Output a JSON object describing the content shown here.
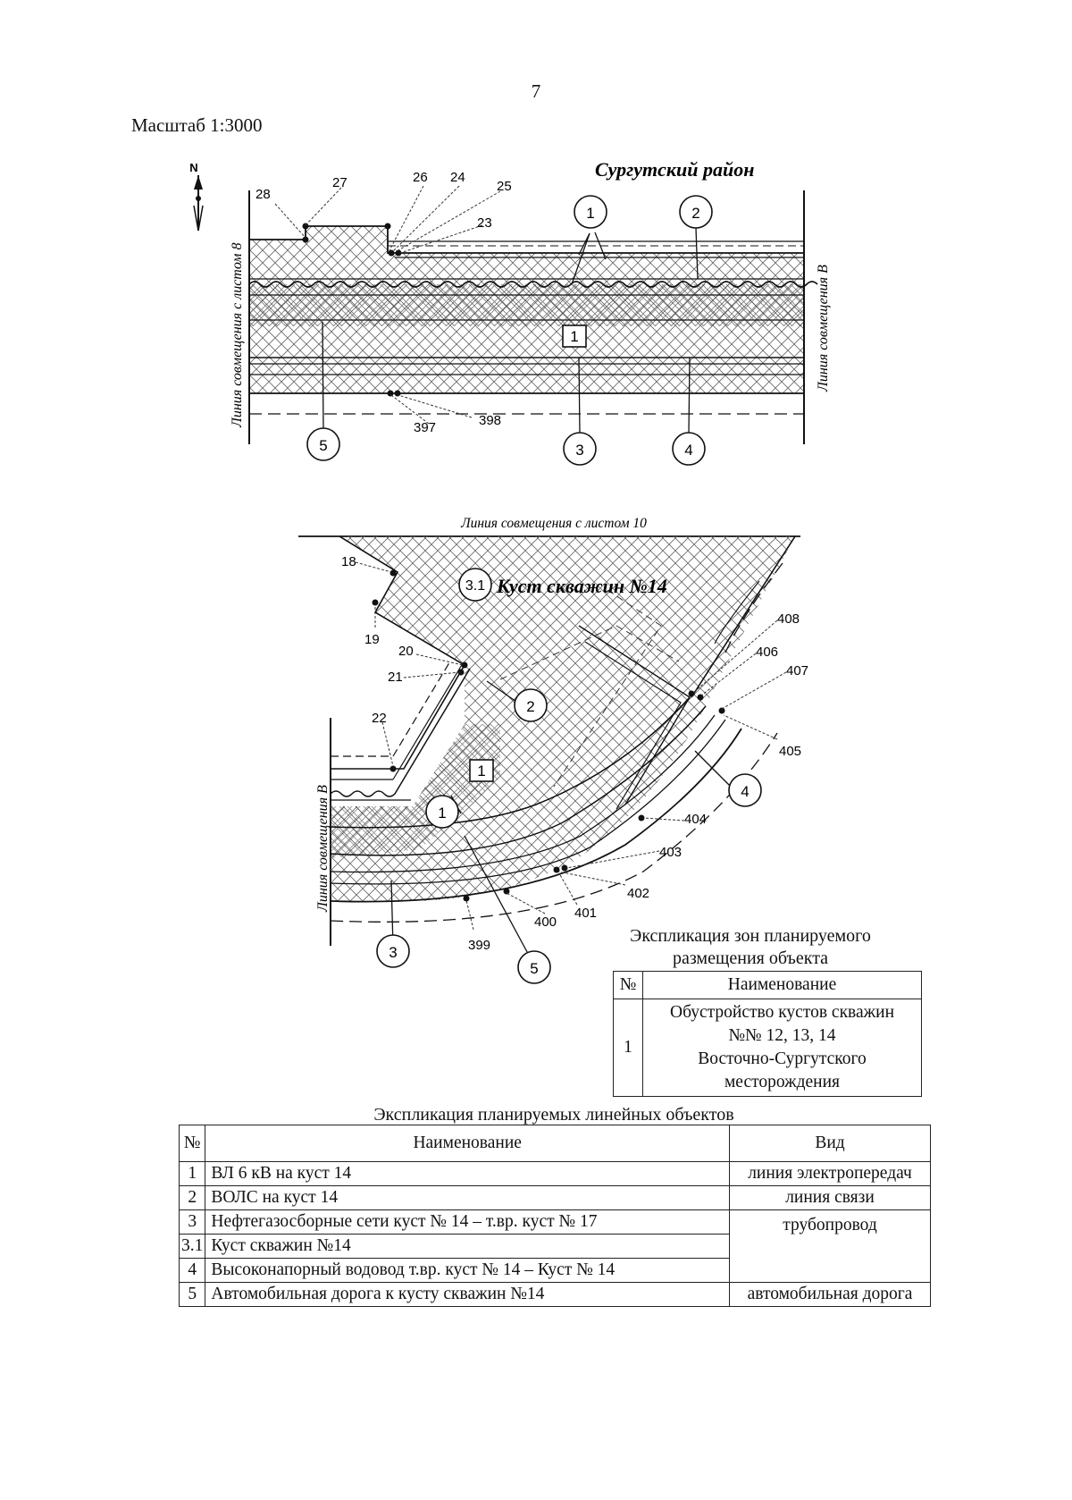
{
  "page": {
    "number": "7",
    "scale": "Масштаб 1:3000"
  },
  "map_top": {
    "district": "Сургутский район",
    "left_match_line": "Линия совмещения с листом 8",
    "right_match_line": "Линия совмещения В",
    "points": [
      "28",
      "27",
      "26",
      "24",
      "25",
      "23",
      "397",
      "398"
    ],
    "callouts": [
      "1",
      "2",
      "5",
      "3",
      "4"
    ],
    "zone_box": "1"
  },
  "map_bottom": {
    "top_match_line": "Линия совмещения с листом 10",
    "left_match_line": "Линия совмещения В",
    "cluster_tag": "3.1",
    "cluster_label": "Куст скважин №14",
    "points": [
      "18",
      "19",
      "20",
      "21",
      "22",
      "408",
      "406",
      "407",
      "405",
      "404",
      "403",
      "402",
      "401",
      "400",
      "399"
    ],
    "callouts": [
      "2",
      "1",
      "4",
      "3",
      "5"
    ],
    "zone_box": "1"
  },
  "zone_legend": {
    "caption_line1": "Экспликация зон планируемого",
    "caption_line2": "размещения объекта",
    "header_no": "№",
    "header_name": "Наименование",
    "rows": [
      {
        "no": "1",
        "name_l1": "Обустройство кустов скважин",
        "name_l2": "№№ 12, 13, 14",
        "name_l3": "Восточно-Сургутского",
        "name_l4": "месторождения"
      }
    ]
  },
  "linear_legend": {
    "caption": "Экспликация планируемых линейных объектов",
    "header_no": "№",
    "header_name": "Наименование",
    "header_type": "Вид",
    "rows": [
      {
        "no": "1",
        "name": "ВЛ 6 кВ на куст 14",
        "type": "линия электропередач"
      },
      {
        "no": "2",
        "name": "ВОЛС на куст 14",
        "type": "линия связи"
      },
      {
        "no": "3",
        "name": "Нефтегазосборные сети куст № 14 – т.вр. куст № 17",
        "type": "трубопровод"
      },
      {
        "no": "3.1",
        "name": "Куст скважин №14"
      },
      {
        "no": "4",
        "name": "Высоконапорный водовод т.вр. куст № 14 – Куст № 14"
      },
      {
        "no": "5",
        "name": "Автомобильная дорога к кусту скважин №14",
        "type": "автомобильная дорога"
      }
    ]
  }
}
